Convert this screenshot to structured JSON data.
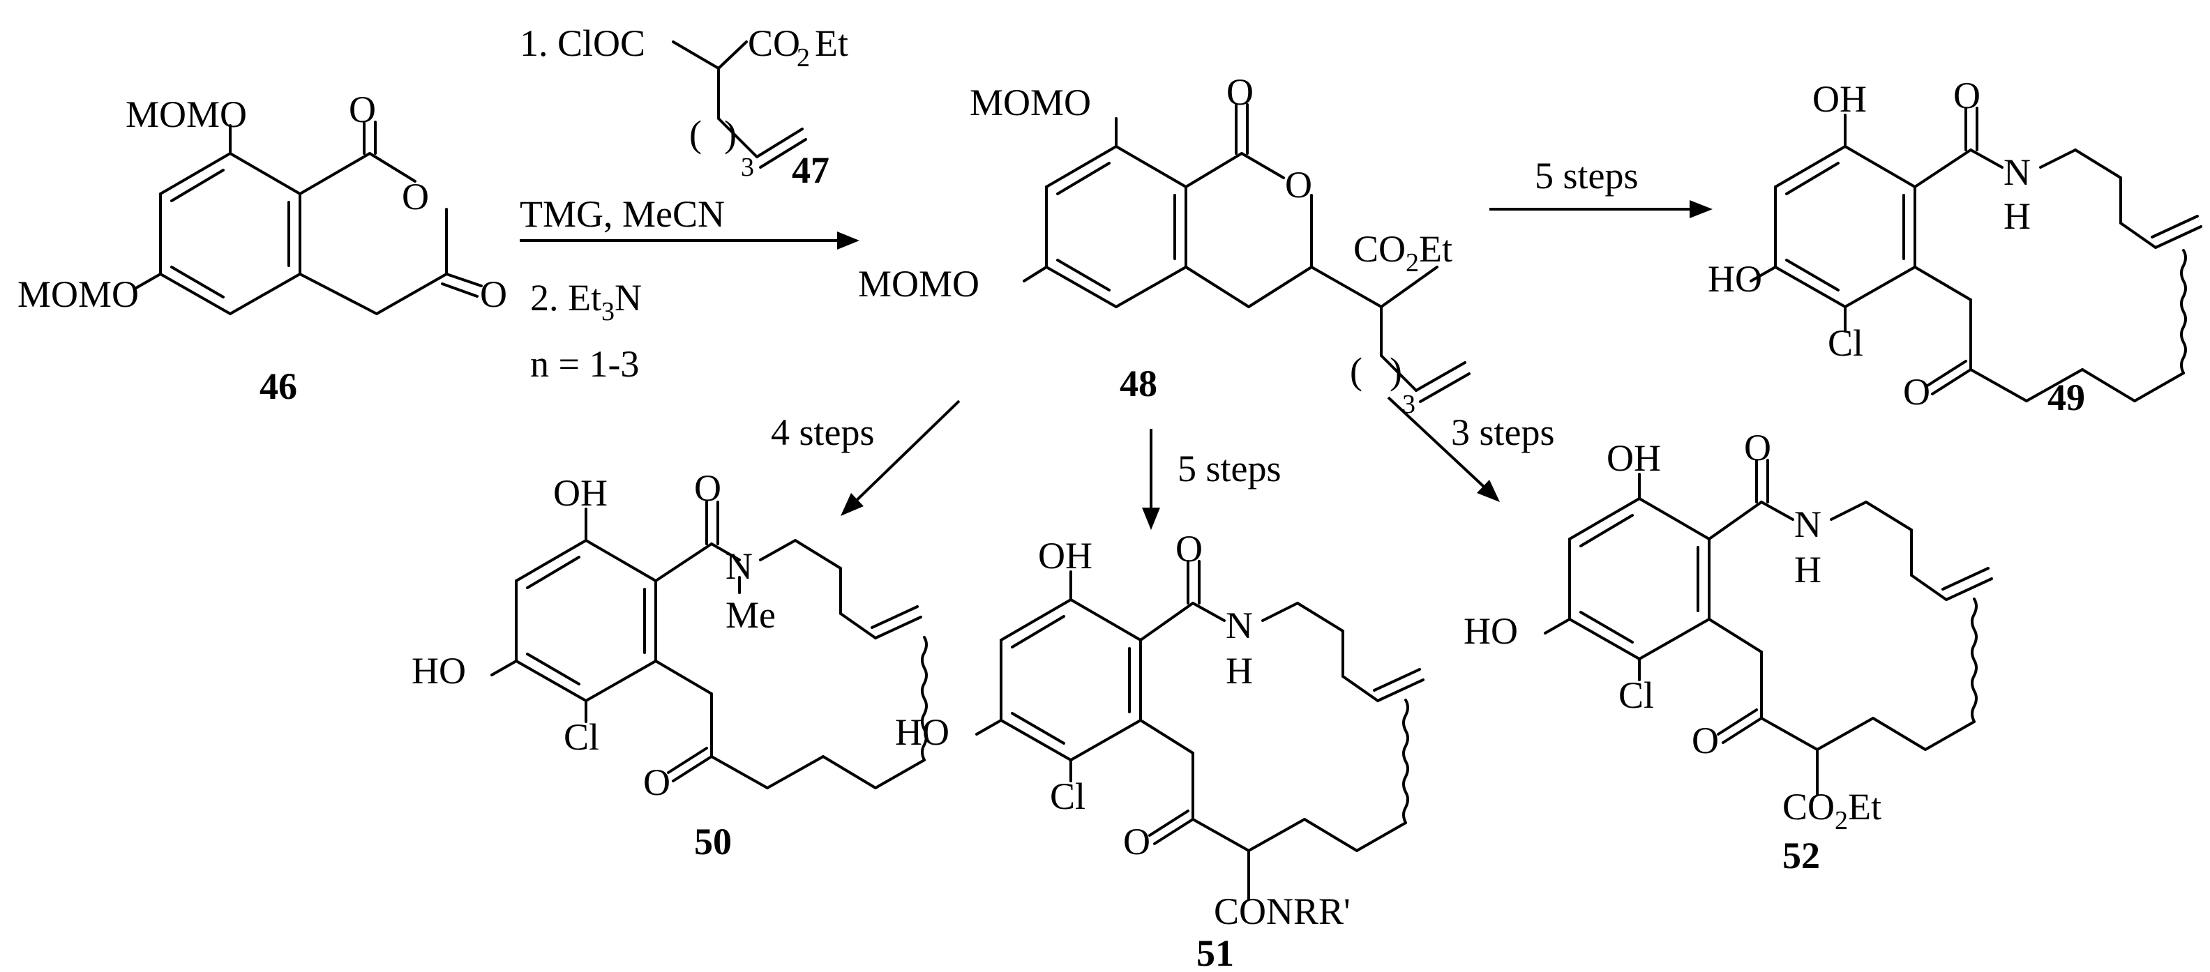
{
  "compounds": {
    "c46": "46",
    "c47": "47",
    "c48": "48",
    "c49": "49",
    "c50": "50",
    "c51": "51",
    "c52": "52"
  },
  "atoms": {
    "MOMO": "MOMO",
    "O": "O",
    "OH": "OH",
    "HO": "HO",
    "Cl": "Cl",
    "N": "N",
    "H": "H",
    "Me": "Me",
    "CO2Et_head": "CO",
    "CO2Et_sub": "2",
    "CO2Et_tail": "Et",
    "ClOC": "ClOC",
    "CONRR": "CONRR'",
    "three": "3",
    "paren_open": "(",
    "paren_close": ")"
  },
  "reagents": {
    "step1": "1. ClOC",
    "tmg": "TMG, MeCN",
    "step2_head": "2. Et",
    "step2_sub": "3",
    "step2_tail": "N",
    "n_range": "n = 1-3"
  },
  "arrows": {
    "a49": "5 steps",
    "a50": "4 steps",
    "a51": "5 steps",
    "a52": "3 steps"
  }
}
